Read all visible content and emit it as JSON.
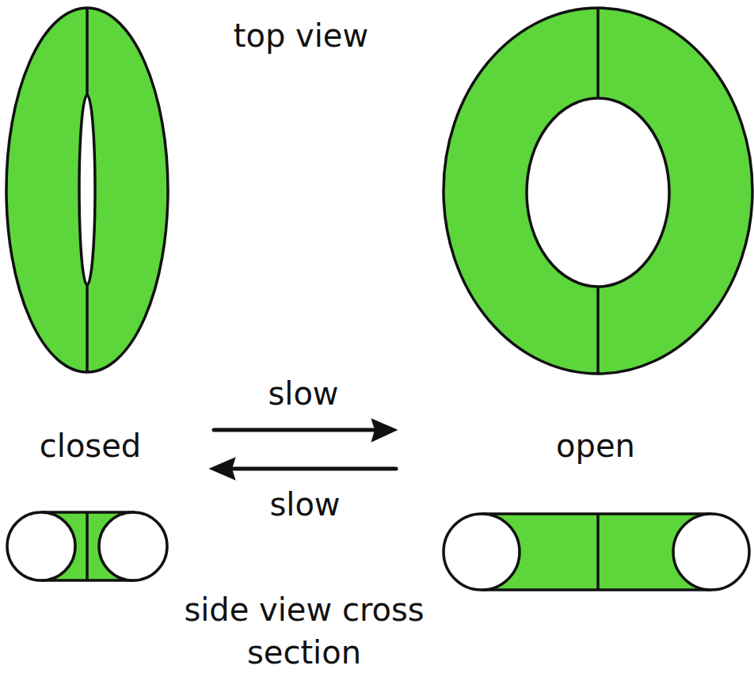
{
  "diagram": {
    "labels": [
      "top view",
      "slow",
      "closed",
      "open",
      "slow",
      "side view cross section"
    ]
  }
}
